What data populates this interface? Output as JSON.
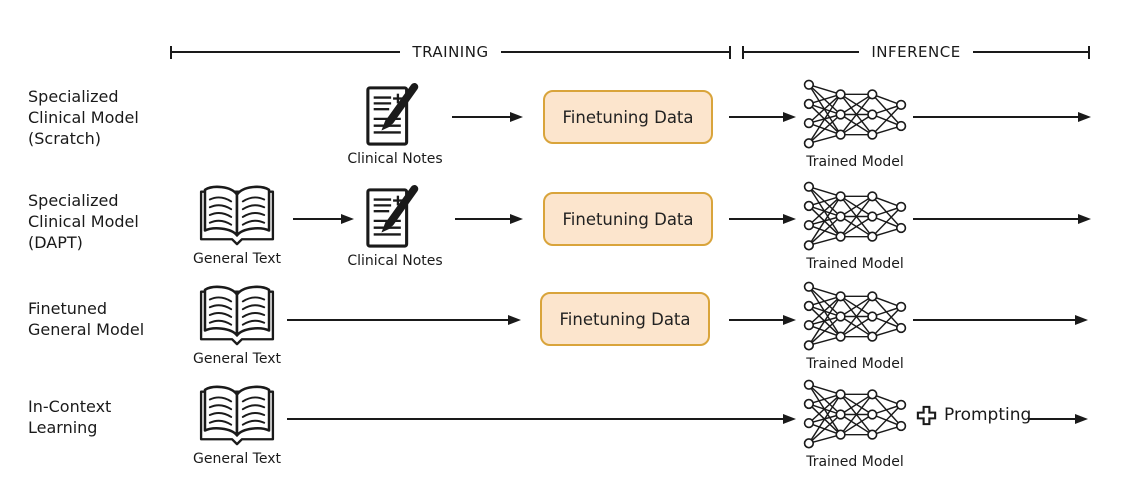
{
  "phases": {
    "training": "TRAINING",
    "inference": "INFERENCE"
  },
  "rows": [
    {
      "label": "Specialized\nClinical Model\n(Scratch)",
      "steps": {
        "clinical_notes": "Clinical Notes",
        "finetuning": "Finetuning Data",
        "trained_model": "Trained Model"
      }
    },
    {
      "label": "Specialized\nClinical Model\n(DAPT)",
      "steps": {
        "general_text": "General Text",
        "clinical_notes": "Clinical Notes",
        "finetuning": "Finetuning Data",
        "trained_model": "Trained Model"
      }
    },
    {
      "label": "Finetuned\nGeneral Model",
      "steps": {
        "general_text": "General Text",
        "finetuning": "Finetuning Data",
        "trained_model": "Trained Model"
      }
    },
    {
      "label": "In-Context\nLearning",
      "steps": {
        "general_text": "General Text",
        "trained_model": "Trained Model",
        "prompting": "Prompting"
      }
    }
  ],
  "icons": {
    "general_text": "open-book-icon",
    "clinical_notes": "clinical-notes-icon",
    "trained_model": "neural-network-icon",
    "prompting": "plus-icon"
  },
  "colors": {
    "finetuning_box_fill": "#FCE5CD",
    "finetuning_box_border": "#D9A43B",
    "line": "#1A1A1A"
  }
}
